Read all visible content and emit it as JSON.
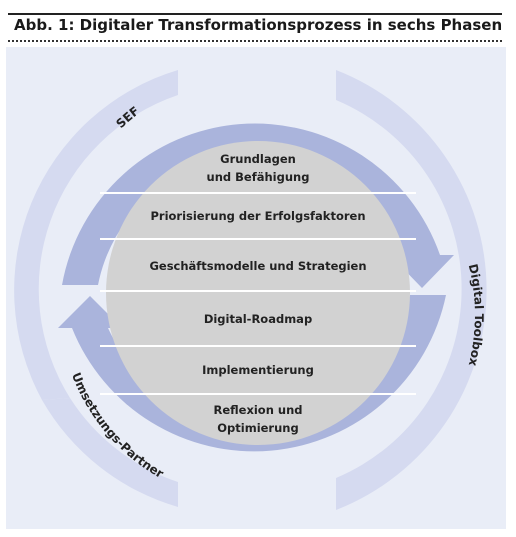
{
  "header": {
    "title": "Abb. 1: Digitaler Transformationsprozess in sechs Phasen"
  },
  "phases": [
    {
      "lines": [
        "Grundlagen",
        "und Befähigung"
      ]
    },
    {
      "lines": [
        "Priorisierung der Erfolgsfaktoren"
      ]
    },
    {
      "lines": [
        "Geschäftsmodelle und Strategien"
      ]
    },
    {
      "lines": [
        "Digital-Roadmap"
      ]
    },
    {
      "lines": [
        "Implementierung"
      ]
    },
    {
      "lines": [
        "Reflexion und",
        "Optimierung"
      ]
    }
  ],
  "labels": {
    "sef": "SEF",
    "digital_toolbox": "Digital Toolbox",
    "umsetzungs_partner": "Umsetzungs-Partner"
  },
  "colors": {
    "panel": "#e9edf7",
    "outer_band": "#d5daf0",
    "ring": "#aab4dc",
    "center": "#d2d2d2",
    "divider": "#ffffff"
  }
}
